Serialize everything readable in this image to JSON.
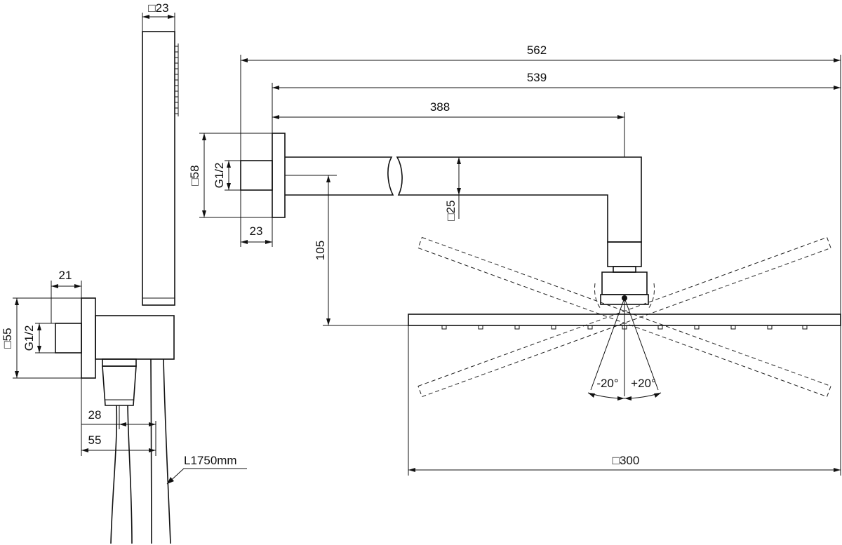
{
  "dimensions": {
    "handshower_width": "□23",
    "total_length": "562",
    "arm_length_539": "539",
    "arm_length_388": "388",
    "flange_size": "□58",
    "thread_arm": "G1/2",
    "flange_depth_arm": "23",
    "arm_section": "□25",
    "drop_height": "105",
    "outlet_depth": "21",
    "outlet_flange": "□55",
    "thread_outlet": "G1/2",
    "offset_28": "28",
    "offset_55": "55",
    "hose_length": "L1750mm",
    "tilt_minus": "-20°",
    "tilt_plus": "+20°",
    "head_size": "□300"
  }
}
